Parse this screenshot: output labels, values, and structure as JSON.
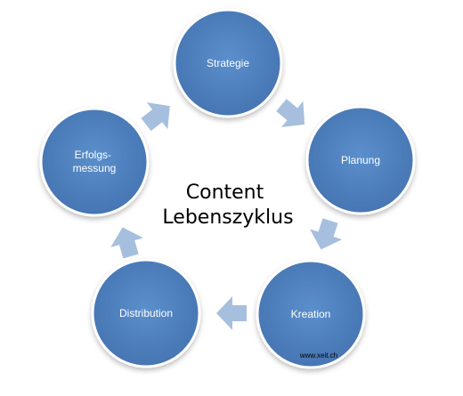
{
  "center": {
    "line1": "Content",
    "line2": "Lebenszyklus"
  },
  "nodes": [
    {
      "id": "strategie",
      "lines": [
        "Strategie"
      ]
    },
    {
      "id": "planung",
      "lines": [
        "Planung"
      ]
    },
    {
      "id": "kreation",
      "lines": [
        "Kreation"
      ]
    },
    {
      "id": "distribution",
      "lines": [
        "Distribution"
      ]
    },
    {
      "id": "erfolgsmessung",
      "lines": [
        "Erfolgs-",
        "messung"
      ]
    }
  ],
  "watermark": "www.xeit.ch",
  "colors": {
    "node_fill": "#4f81bd",
    "node_stroke": "#ffffff",
    "arrow_fill": "#a7bfde",
    "text_light": "#ffffff",
    "text_dark": "#000000"
  }
}
